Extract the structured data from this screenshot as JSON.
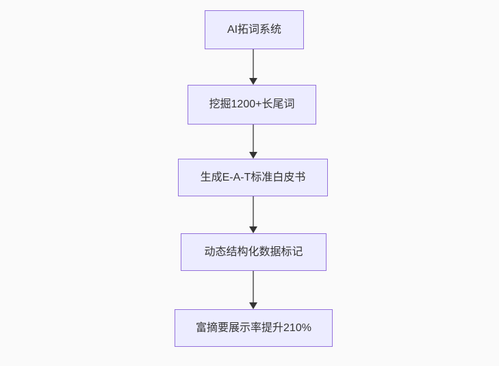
{
  "canvas": {
    "background_color": "#fafafa"
  },
  "flowchart": {
    "direction": "top-down",
    "colors": {
      "node_fill": "#ECECFF",
      "node_border": "#9370DB",
      "node_text": "#333333",
      "arrow_line": "#7a7a7a",
      "arrow_head": "#333333"
    },
    "nodes": [
      {
        "id": "node-0",
        "label": "AI拓词系统"
      },
      {
        "id": "node-1",
        "label": "挖掘1200+长尾词"
      },
      {
        "id": "node-2",
        "label": "生成E-A-T标准白皮书"
      },
      {
        "id": "node-3",
        "label": "动态结构化数据标记"
      },
      {
        "id": "node-4",
        "label": "富摘要展示率提升210%"
      }
    ],
    "edges": [
      {
        "from": "node-0",
        "to": "node-1",
        "style": "arrow-down",
        "label": ""
      },
      {
        "from": "node-1",
        "to": "node-2",
        "style": "arrow-down",
        "label": ""
      },
      {
        "from": "node-2",
        "to": "node-3",
        "style": "arrow-down",
        "label": ""
      },
      {
        "from": "node-3",
        "to": "node-4",
        "style": "arrow-down",
        "label": ""
      }
    ]
  }
}
